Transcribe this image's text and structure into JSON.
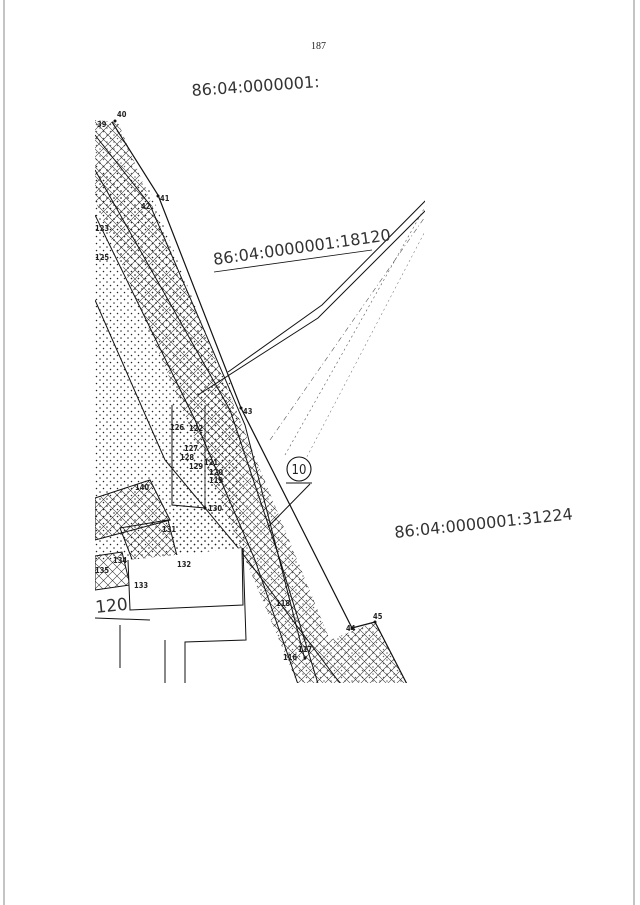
{
  "page": {
    "number": "187"
  },
  "map": {
    "cadastral_numbers": {
      "top_cut": "86:04:0000001:",
      "road": "86:04:0000001:18120",
      "right_area": "86:04:0000001:31224",
      "bottom_left_cut": "120"
    },
    "plot_marker": "10",
    "points": {
      "p39": "39",
      "p40": "40",
      "p41": "41",
      "p42": "42",
      "p43": "43",
      "p44": "44",
      "p45": "45",
      "p116": "116",
      "p117": "117",
      "p118": "118",
      "p119": "119",
      "p120": "120",
      "p121": "121",
      "p122": "122",
      "p123": "123",
      "p125": "125",
      "p126": "126",
      "p127": "127",
      "p128": "128",
      "p129": "129",
      "p130": "130",
      "p131": "131",
      "p132": "132",
      "p133": "133",
      "p134": "134",
      "p135": "135",
      "p140": "140"
    },
    "line_color": "#1a1a1a",
    "fill_pattern": "crosshatch-and-dots"
  }
}
